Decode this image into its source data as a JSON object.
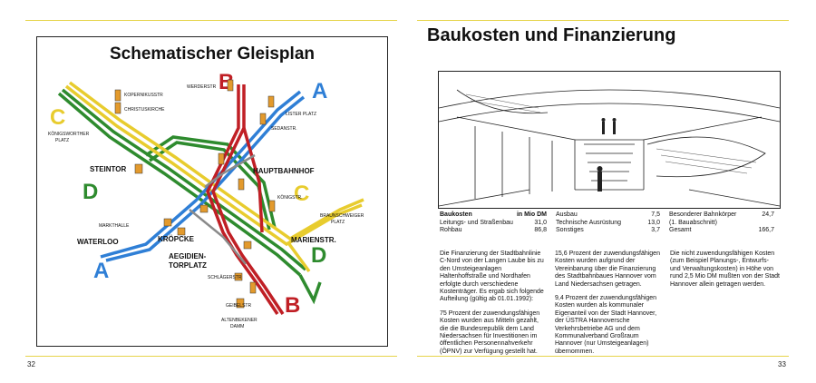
{
  "left_page": {
    "title": "Schematischer Gleisplan",
    "page_number": "32",
    "line_labels": {
      "a_top": "A",
      "a_bottom": "A",
      "b_top": "B",
      "b_bottom": "B",
      "c_left": "C",
      "c_right": "C",
      "d_left": "D",
      "d_right": "D"
    },
    "stations": {
      "kopernikusstr": "KOPERNIKUSSTR",
      "christuskirche": "CHRISTUSKIRCHE",
      "koenigsworther_1": "KÖNIGSWORTHER",
      "koenigsworther_2": "PLATZ",
      "werderstr": "WERDERSTR",
      "lister_platz": "LISTER PLATZ",
      "sedanstr": "SEDANSTR.",
      "steintor": "STEINTOR",
      "hauptbahnhof": "HAUPTBAHNHOF",
      "koenigstr": "KÖNIGSTR.",
      "braunschweiger_1": "BRAUNSCHWEIGER",
      "braunschweiger_2": "PLATZ",
      "markthalle": "MARKTHALLE",
      "waterloo": "WATERLOO",
      "kroepcke": "KRÖPCKE",
      "marienstr": "MARIENSTR.",
      "aegidientorplatz_1": "AEGIDIEN-",
      "aegidientorplatz_2": "TORPLATZ",
      "schlaegerstr": "SCHLÄGERSTR",
      "geibelstr": "GEIBELSTR",
      "altenbekener_1": "ALTENBEKENER",
      "altenbekener_2": "DAMM"
    },
    "colors": {
      "line_a": "#2f7fd6",
      "line_b": "#c01f25",
      "line_c": "#e8cc2e",
      "line_d": "#2e8b2e",
      "station": "#e39a2d"
    }
  },
  "right_page": {
    "title": "Baukosten und Finanzierung",
    "page_number": "33",
    "costs": {
      "header_label": "Baukosten",
      "header_unit": "in Mio DM",
      "col1": [
        {
          "label": "Leitungs- und Straßenbau",
          "value": "31,0"
        },
        {
          "label": "Rohbau",
          "value": "86,8"
        }
      ],
      "col2": [
        {
          "label": "Ausbau",
          "value": "7,5"
        },
        {
          "label": "Technische Ausrüstung",
          "value": "13,0"
        },
        {
          "label": "Sonstiges",
          "value": "3,7"
        }
      ],
      "col3": [
        {
          "label": "Besonderer Bahnkörper",
          "value": "24,7"
        },
        {
          "label": "(1. Bauabschnitt)",
          "value": ""
        },
        {
          "label": "Gesamt",
          "value": "166,7"
        }
      ]
    },
    "text": {
      "col1_p1": "Die Finanzierung der Stadtbahnlinie C-Nord von der Langen Laube bis zu den Umsteigeanlagen Haltenhoffstraße und Nordhafen erfolgte durch verschiedene Kostenträger. Es ergab sich folgende Aufteilung (gültig ab 01.01.1992):",
      "col1_p2": "75 Prozent der zuwendungsfähigen Kosten wurden aus Mitteln gezahlt, die die Bundesrepublik dem Land Niedersachsen für Investitionen im öffentlichen Personennahverkehr (ÖPNV) zur Verfügung gestellt hat.",
      "col2_p1": "15,6 Prozent der zuwendungsfähigen Kosten wurden aufgrund der Vereinbarung über die Finanzierung des Stadtbahnbaues Hannover vom Land Niedersachsen getragen.",
      "col2_p2": "9,4 Prozent der zuwendungsfähigen Kosten wurden als kommunaler Eigenanteil von der Stadt Hannover, der ÜSTRA Hannoversche Verkehrsbetriebe AG und dem Kommunalverband Großraum Hannover (nur Umsteigeanlagen) übernommen.",
      "col3_p1": "Die nicht zuwendungsfähigen Kosten (zum Beispiel Planungs-, Entwurfs- und Verwaltungskosten) in Höhe von rund 2,5 Mio DM mußten von der Stadt Hannover allein getragen werden."
    }
  }
}
